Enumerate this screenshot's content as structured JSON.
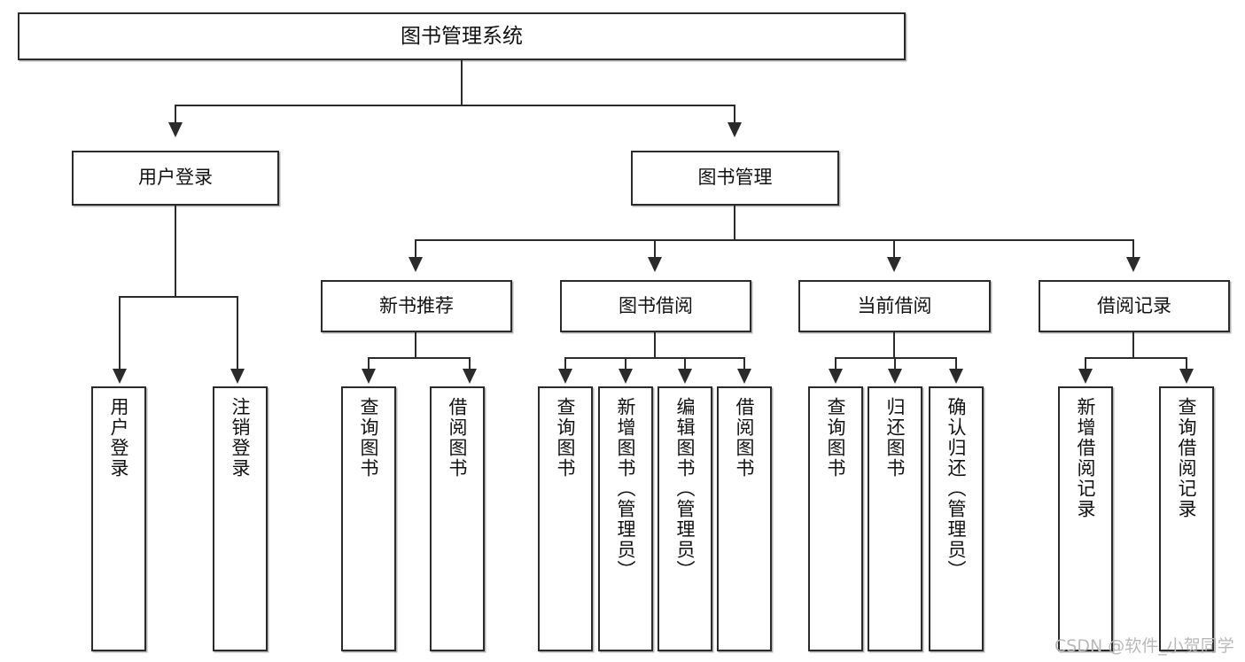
{
  "diagram": {
    "type": "tree-hierarchy",
    "title": "图书管理系统",
    "watermark": "CSDN @软件_小贺同学",
    "colors": {
      "stroke": "#2b2b2b",
      "fill": "#ffffff",
      "text": "#111111",
      "watermark": "#b9b9b9"
    },
    "nodes": {
      "root": {
        "label": "图书管理系统"
      },
      "level2": [
        {
          "label": "用户登录"
        },
        {
          "label": "图书管理"
        }
      ],
      "level3": [
        {
          "label": "新书推荐"
        },
        {
          "label": "图书借阅"
        },
        {
          "label": "当前借阅"
        },
        {
          "label": "借阅记录"
        }
      ],
      "leaves_user_login": [
        {
          "label": "用户登录"
        },
        {
          "label": "注销登录"
        }
      ],
      "leaves_new_book": [
        {
          "label": "查询图书"
        },
        {
          "label": "借阅图书"
        }
      ],
      "leaves_borrow": [
        {
          "label": "查询图书"
        },
        {
          "label": "新增图书（管理员）"
        },
        {
          "label": "编辑图书（管理员）"
        },
        {
          "label": "借阅图书"
        }
      ],
      "leaves_current": [
        {
          "label": "查询图书"
        },
        {
          "label": "归还图书"
        },
        {
          "label": "确认归还（管理员）"
        }
      ],
      "leaves_record": [
        {
          "label": "新增借阅记录"
        },
        {
          "label": "查询借阅记录"
        }
      ]
    }
  }
}
